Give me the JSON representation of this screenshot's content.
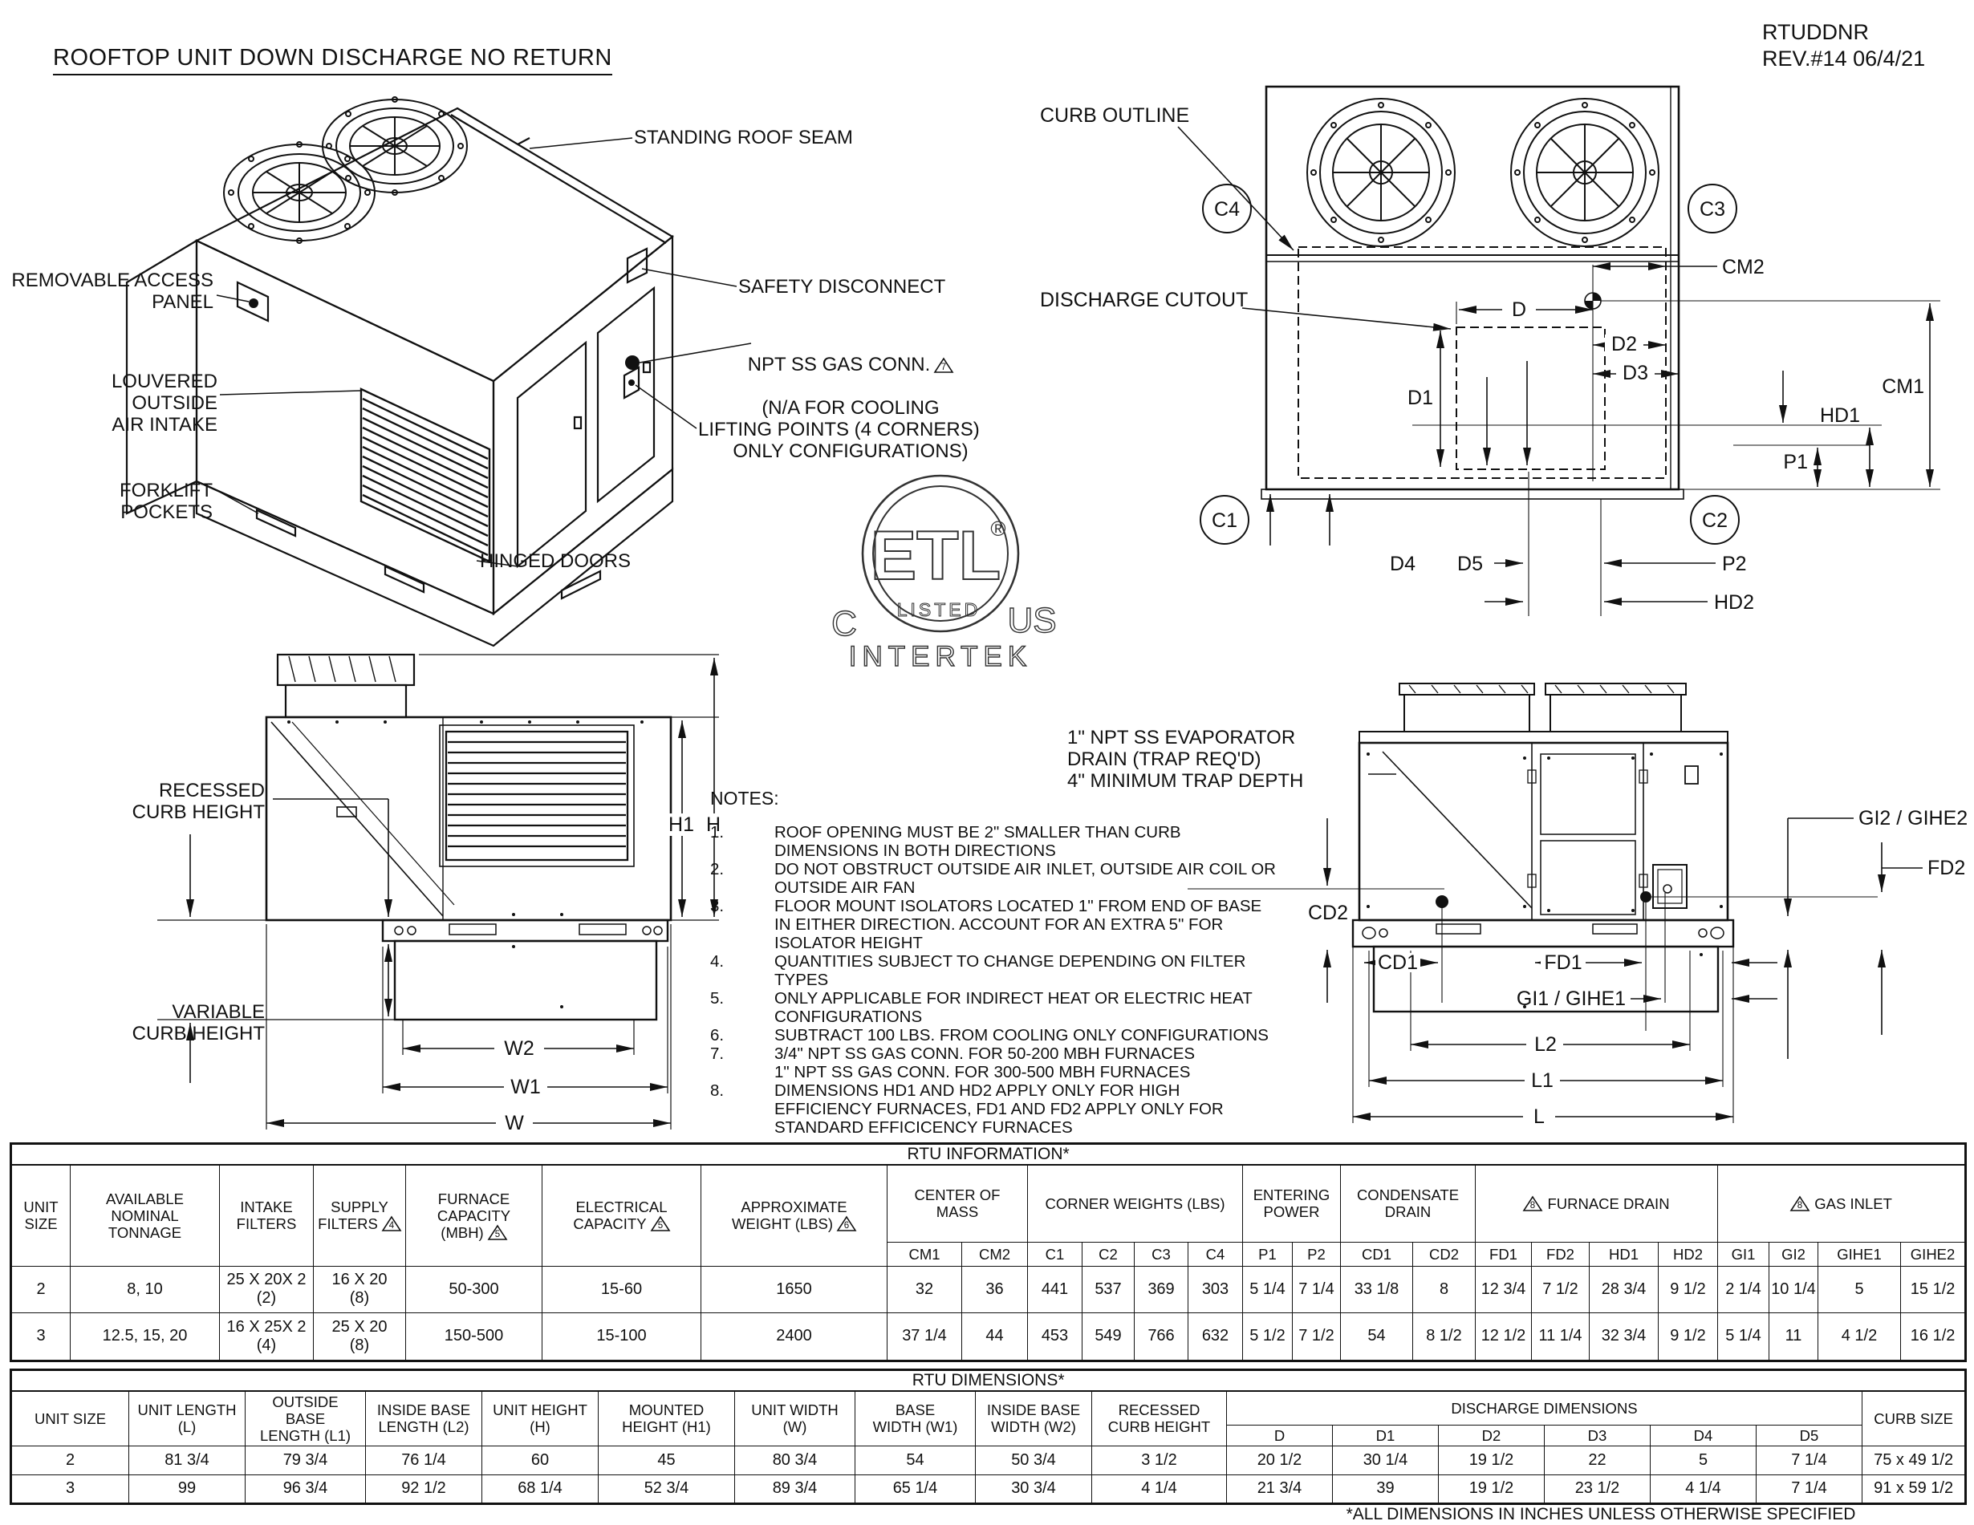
{
  "doc": {
    "title": "ROOFTOP UNIT DOWN DISCHARGE NO RETURN",
    "model": "RTUDDNR",
    "rev": "REV.#14 06/4/21",
    "footnote": "*ALL DIMENSIONS IN INCHES UNLESS OTHERWISE SPECIFIED"
  },
  "iso": {
    "standing_roof_seam": "STANDING ROOF SEAM",
    "safety_disconnect": "SAFETY DISCONNECT",
    "gas_conn": "NPT SS GAS CONN.",
    "gas_conn_note": "7",
    "gas_conn_2": "(N/A FOR COOLING",
    "gas_conn_3": "ONLY CONFIGURATIONS)",
    "lifting_points": "LIFTING POINTS (4 CORNERS)",
    "hinged_doors": "HINGED DOORS",
    "removable_access_panel": "REMOVABLE ACCESS\nPANEL",
    "louvered_intake": "LOUVERED OUTSIDE\nAIR INTAKE",
    "forklift_pockets": "FORKLIFT POCKETS"
  },
  "top": {
    "curb_outline": "CURB OUTLINE",
    "discharge_cutout": "DISCHARGE CUTOUT",
    "c1": "C1",
    "c2": "C2",
    "c3": "C3",
    "c4": "C4",
    "cm1": "CM1",
    "cm2": "CM2",
    "d": "D",
    "d1": "D1",
    "d2": "D2",
    "d3": "D3",
    "d4": "D4",
    "d5": "D5",
    "p1": "P1",
    "p2": "P2",
    "hd1": "HD1",
    "hd2": "HD2"
  },
  "front": {
    "recessed": "RECESSED\nCURB HEIGHT",
    "variable": "VARIABLE\nCURB HEIGHT",
    "w": "W",
    "w1": "W1",
    "w2": "W2",
    "h1": "H1",
    "h": "H"
  },
  "side": {
    "evap_drain": "1\" NPT SS EVAPORATOR\nDRAIN (TRAP REQ'D)\n4\" MINIMUM TRAP DEPTH",
    "cd1": "CD1",
    "cd2": "CD2",
    "fd1": "FD1",
    "fd2": "FD2",
    "gi1": "GI1 / GIHE1",
    "gi2": "GI2 / GIHE2",
    "l": "L",
    "l1": "L1",
    "l2": "L2"
  },
  "logo": {
    "etl": "ETL",
    "listed": "LISTED",
    "reg": "®",
    "c": "C",
    "us": "US",
    "intertek": "INTERTEK"
  },
  "notes": {
    "heading": "NOTES:",
    "items": [
      {
        "n": "1.",
        "t": "ROOF OPENING MUST BE 2\" SMALLER THAN CURB\nDIMENSIONS IN BOTH DIRECTIONS"
      },
      {
        "n": "2.",
        "t": "DO NOT OBSTRUCT OUTSIDE AIR INLET, OUTSIDE AIR COIL OR\nOUTSIDE AIR FAN"
      },
      {
        "n": "3.",
        "t": "FLOOR MOUNT ISOLATORS LOCATED 1\" FROM END OF BASE\nIN EITHER DIRECTION. ACCOUNT FOR AN EXTRA 5\" FOR\nISOLATOR HEIGHT"
      },
      {
        "n": "4.",
        "t": "QUANTITIES SUBJECT TO CHANGE DEPENDING ON FILTER\nTYPES"
      },
      {
        "n": "5.",
        "t": "ONLY APPLICABLE FOR INDIRECT HEAT OR ELECTRIC HEAT\nCONFIGURATIONS"
      },
      {
        "n": "6.",
        "t": "SUBTRACT 100 LBS. FROM COOLING ONLY CONFIGURATIONS"
      },
      {
        "n": "7.",
        "t": "3/4\" NPT SS GAS CONN. FOR 50-200 MBH FURNACES\n1\" NPT SS GAS CONN. FOR 300-500 MBH FURNACES"
      },
      {
        "n": "8.",
        "t": "DIMENSIONS HD1 AND HD2 APPLY ONLY FOR HIGH\nEFFICIENCY FURNACES, FD1 AND FD2 APPLY ONLY FOR\nSTANDARD EFFICICENCY FURNACES"
      }
    ]
  },
  "info": {
    "title": "RTU INFORMATION*",
    "h_unit": "UNIT\nSIZE",
    "h_tonnage": "AVAILABLE\nNOMINAL\nTONNAGE",
    "h_intake": "INTAKE\nFILTERS",
    "h_supply": "SUPPLY\nFILTERS",
    "h_supply_note": "4",
    "h_furnace": "FURNACE\nCAPACITY\n(MBH)",
    "h_furnace_note": "5",
    "h_elec": "ELECTRICAL\nCAPACITY",
    "h_elec_note": "5",
    "h_weight": "APPROXIMATE\nWEIGHT (LBS)",
    "h_weight_note": "6",
    "g_cm": "CENTER OF\nMASS",
    "g_cw": "CORNER WEIGHTS (LBS)",
    "g_ep": "ENTERING\nPOWER",
    "g_cd": "CONDENSATE\nDRAIN",
    "g_fd": "FURNACE DRAIN",
    "g_fd_note": "8",
    "g_gi": "GAS INLET",
    "g_gi_note": "8",
    "subs": [
      "CM1",
      "CM2",
      "C1",
      "C2",
      "C3",
      "C4",
      "P1",
      "P2",
      "CD1",
      "CD2",
      "FD1",
      "FD2",
      "HD1",
      "HD2",
      "GI1",
      "GI2",
      "GIHE1",
      "GIHE2"
    ],
    "rows": [
      [
        "2",
        "8, 10",
        "25 X 20X 2\n(2)",
        "16 X 20\n(8)",
        "50-300",
        "15-60",
        "1650",
        "32",
        "36",
        "441",
        "537",
        "369",
        "303",
        "5 1/4",
        "7 1/4",
        "33 1/8",
        "8",
        "12 3/4",
        "7 1/2",
        "28 3/4",
        "9 1/2",
        "2 1/4",
        "10 1/4",
        "5",
        "15 1/2"
      ],
      [
        "3",
        "12.5, 15, 20",
        "16 X 25X 2\n(4)",
        "25 X 20\n(8)",
        "150-500",
        "15-100",
        "2400",
        "37 1/4",
        "44",
        "453",
        "549",
        "766",
        "632",
        "5 1/2",
        "7 1/2",
        "54",
        "8 1/2",
        "12 1/2",
        "11 1/4",
        "32 3/4",
        "9 1/2",
        "5 1/4",
        "11",
        "4 1/2",
        "16 1/2"
      ]
    ]
  },
  "dims": {
    "title": "RTU DIMENSIONS*",
    "headers": [
      "UNIT SIZE",
      "UNIT LENGTH\n(L)",
      "OUTSIDE\nBASE\nLENGTH (L1)",
      "INSIDE BASE\nLENGTH (L2)",
      "UNIT HEIGHT\n(H)",
      "MOUNTED\nHEIGHT (H1)",
      "UNIT WIDTH\n(W)",
      "BASE\nWIDTH (W1)",
      "INSIDE BASE\nWIDTH (W2)",
      "RECESSED\nCURB HEIGHT"
    ],
    "g_discharge": "DISCHARGE DIMENSIONS",
    "subs": [
      "D",
      "D1",
      "D2",
      "D3",
      "D4",
      "D5"
    ],
    "h_curb": "CURB SIZE",
    "rows": [
      [
        "2",
        "81 3/4",
        "79 3/4",
        "76 1/4",
        "60",
        "45",
        "80 3/4",
        "54",
        "50 3/4",
        "3 1/2",
        "20 1/2",
        "30 1/4",
        "19 1/2",
        "22",
        "5",
        "7 1/4",
        "75 x 49 1/2"
      ],
      [
        "3",
        "99",
        "96 3/4",
        "92 1/2",
        "68 1/4",
        "52 3/4",
        "89 3/4",
        "65 1/4",
        "30 3/4",
        "4 1/4",
        "21 3/4",
        "39",
        "19 1/2",
        "23 1/2",
        "4 1/4",
        "7 1/4",
        "91 x 59 1/2"
      ]
    ]
  }
}
